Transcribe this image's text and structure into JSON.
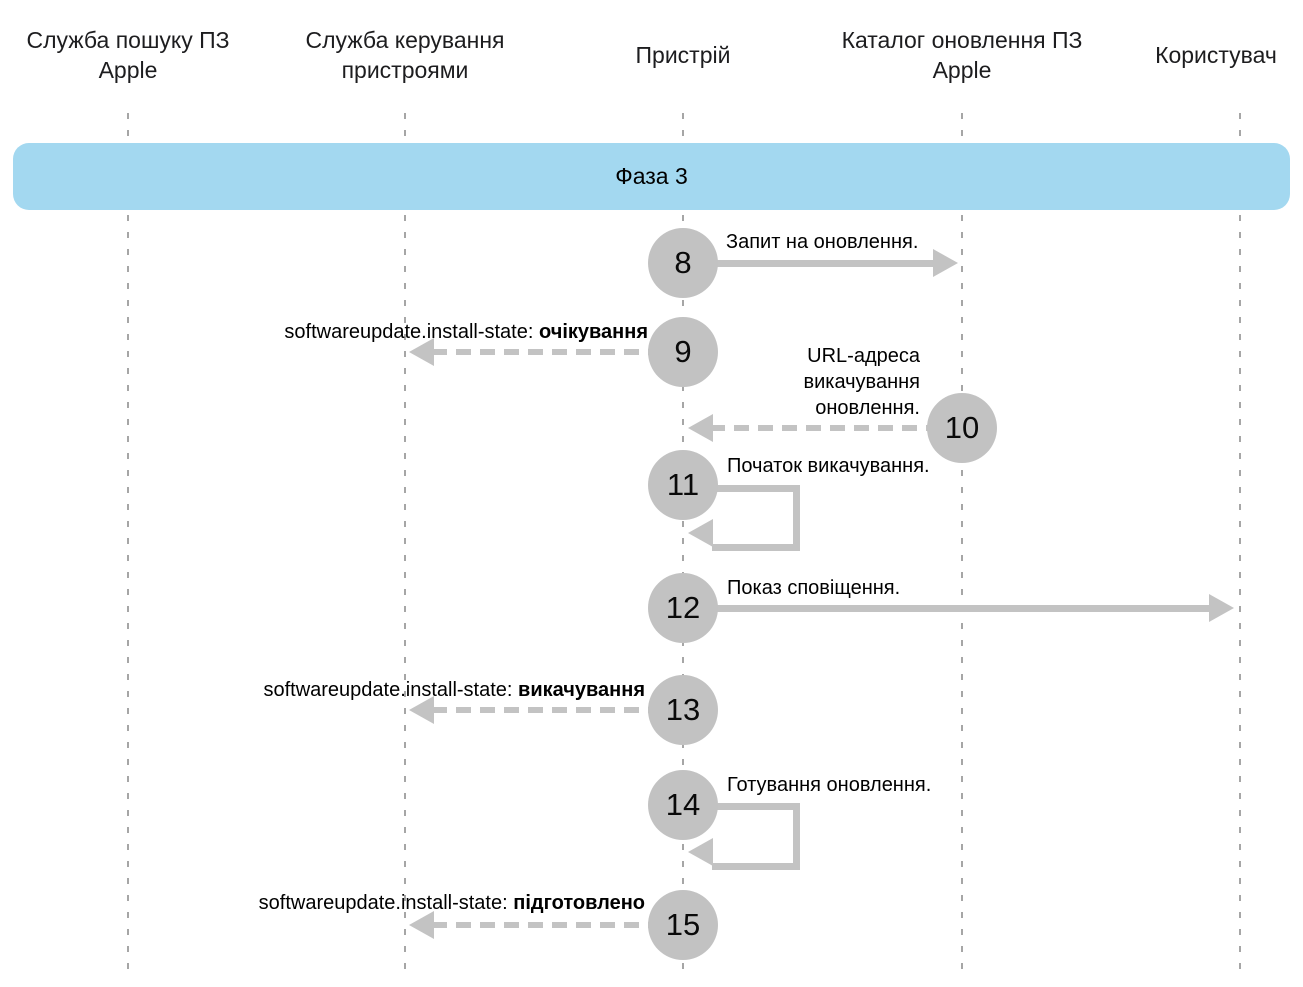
{
  "colors": {
    "banner_bg": "#A3D8F0",
    "circle_bg": "#C2C2C2",
    "arrow": "#C3C3C3",
    "lifeline": "#A6A6A6"
  },
  "actors": [
    {
      "label": "Служба пошуку ПЗ Apple"
    },
    {
      "label": "Служба керування пристроями"
    },
    {
      "label": "Пристрій"
    },
    {
      "label": "Каталог оновлення ПЗ Apple"
    },
    {
      "label": "Користувач"
    }
  ],
  "phase": {
    "label": "Фаза 3"
  },
  "messages": [
    {
      "number": "8",
      "label": "Запит на оновлення.",
      "from": "Пристрій",
      "to": "Каталог оновлення ПЗ Apple",
      "style": "solid"
    },
    {
      "number": "9",
      "label_prefix": "softwareupdate.install-state: ",
      "label_bold": "очікування",
      "from": "Пристрій",
      "to": "Служба керування пристроями",
      "style": "dashed"
    },
    {
      "number": "10",
      "label": "URL-адреса викачування оновлення.",
      "from": "Каталог оновлення ПЗ Apple",
      "to": "Пристрій",
      "style": "dashed"
    },
    {
      "number": "11",
      "label": "Початок викачування.",
      "from": "Пристрій",
      "to": "Пристрій",
      "style": "self"
    },
    {
      "number": "12",
      "label": "Показ сповіщення.",
      "from": "Пристрій",
      "to": "Користувач",
      "style": "solid"
    },
    {
      "number": "13",
      "label_prefix": "softwareupdate.install-state: ",
      "label_bold": "викачування",
      "from": "Пристрій",
      "to": "Служба керування пристроями",
      "style": "dashed"
    },
    {
      "number": "14",
      "label": "Готування оновлення.",
      "from": "Пристрій",
      "to": "Пристрій",
      "style": "self"
    },
    {
      "number": "15",
      "label_prefix": "softwareupdate.install-state: ",
      "label_bold": "підготовлено",
      "from": "Пристрій",
      "to": "Служба керування пристроями",
      "style": "dashed"
    }
  ]
}
